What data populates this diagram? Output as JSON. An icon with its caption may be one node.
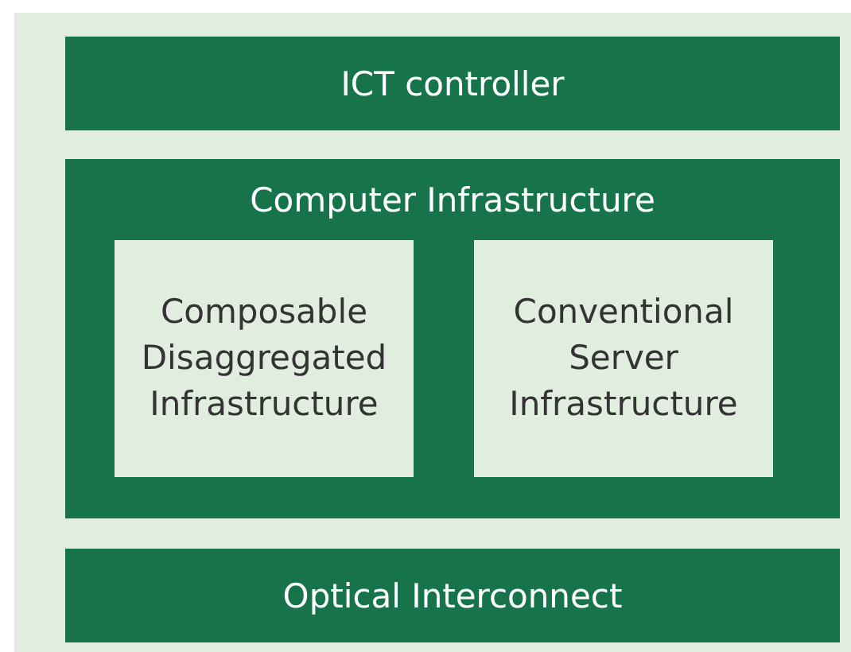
{
  "diagram": {
    "nodes": [
      {
        "text": [
          "ICT controller"
        ]
      },
      {
        "text": [
          "Computer Infrastructure"
        ]
      },
      {
        "text": [
          "Composable Disaggregated Infrastructure"
        ],
        "in": 1
      },
      {
        "text": [
          "Conventional Server Infrastructure"
        ],
        "in": 1
      },
      {
        "text": [
          "Optical Interconnect"
        ]
      }
    ]
  }
}
